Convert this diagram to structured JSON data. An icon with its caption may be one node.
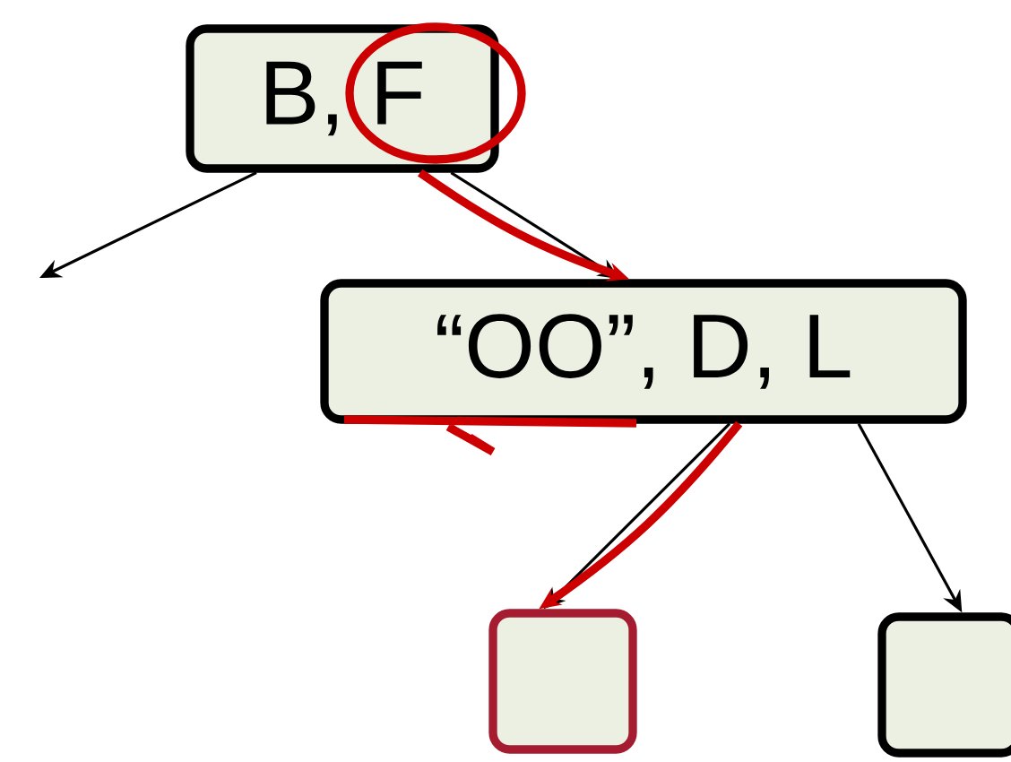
{
  "diagram": {
    "nodes": [
      {
        "text": [
          "B, F"
        ]
      },
      {
        "text": [
          "“OO”, D, L"
        ]
      },
      {
        "text": [],
        "shape": "box"
      },
      {
        "text": [],
        "shape": "box"
      }
    ],
    "edges": [
      {
        "from": 0,
        "to": null,
        "arrow": "to"
      },
      {
        "from": 0,
        "to": 1,
        "arrow": "to"
      },
      {
        "from": 0,
        "to": 1,
        "arrow": "to",
        "style": "thick",
        "color": "#cc0000"
      },
      {
        "from": 1,
        "to": 2,
        "arrow": "to"
      },
      {
        "from": 1,
        "to": 2,
        "arrow": "to",
        "style": "thick",
        "color": "#cc0000"
      },
      {
        "from": 1,
        "to": 3,
        "arrow": "to"
      }
    ]
  }
}
